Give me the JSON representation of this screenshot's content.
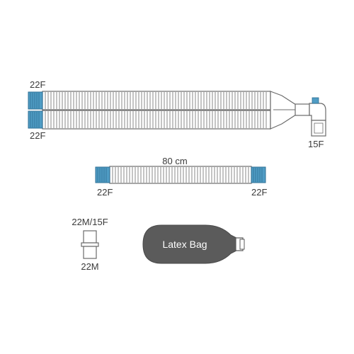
{
  "circuit": {
    "top_limb_connector": "22F",
    "bottom_limb_connector": "22F",
    "patient_connector": "15F"
  },
  "hose": {
    "length": "80 cm",
    "left_connector": "22F",
    "right_connector": "22F"
  },
  "adapter": {
    "top_label": "22M/15F",
    "bottom_label": "22M"
  },
  "bag": {
    "label": "Latex Bag"
  },
  "colors": {
    "outline": "#6b6b6b",
    "tube_fill": "#ffffff",
    "connector_blue": "#4f9cc4",
    "connector_blue_dark": "#2f6f95",
    "bag_fill": "#5b5b5b",
    "text": "#3a3a3a"
  }
}
